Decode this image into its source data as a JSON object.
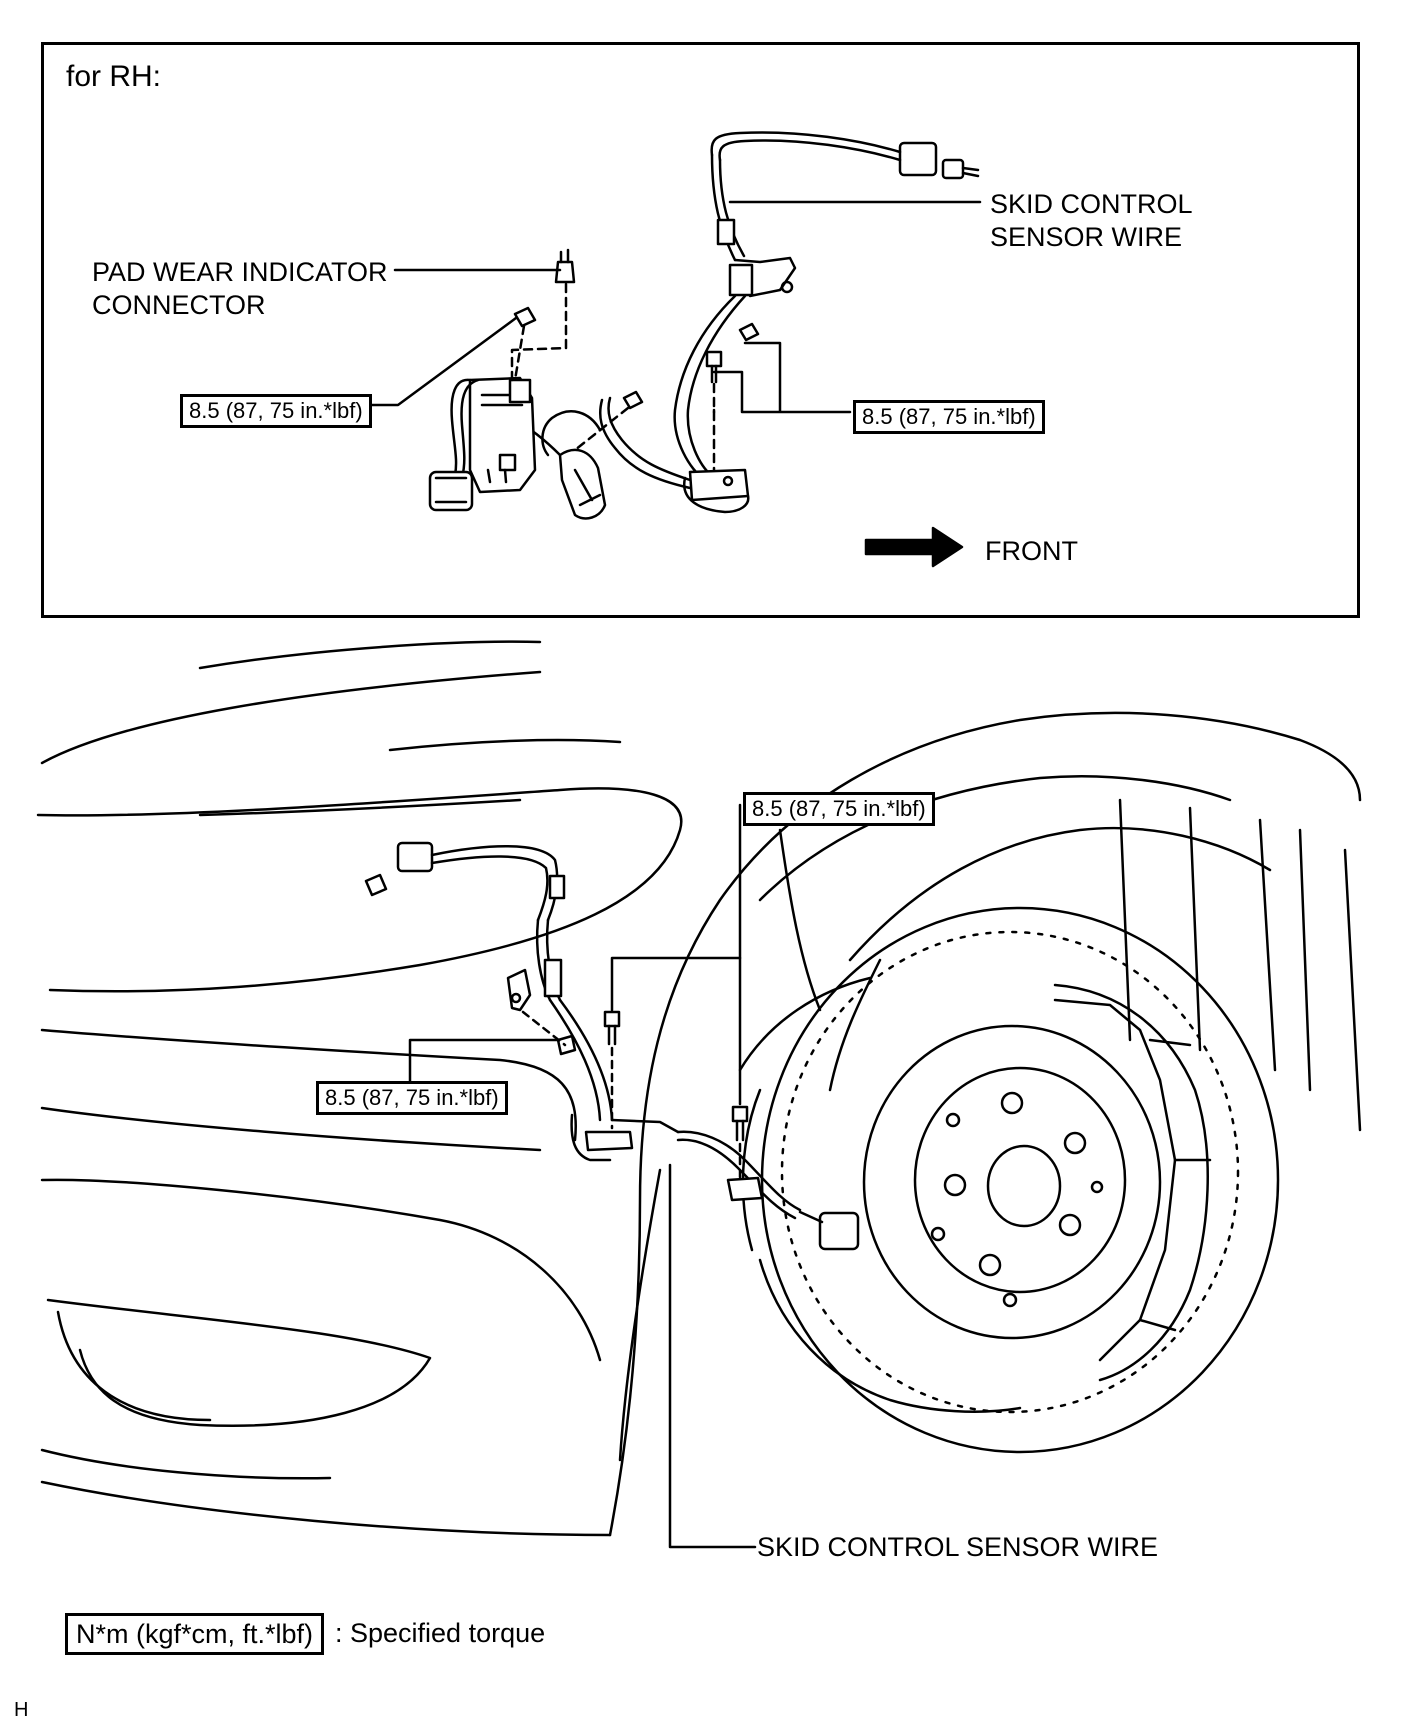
{
  "inset": {
    "title": "for RH:",
    "skid_sensor_wire_label": [
      "SKID CONTROL",
      "SENSOR WIRE"
    ],
    "pad_wear_label": [
      "PAD WEAR INDICATOR",
      "CONNECTOR"
    ],
    "torque_left": "8.5 (87, 75 in.*lbf)",
    "torque_right": "8.5 (87, 75 in.*lbf)",
    "front_label": "FRONT"
  },
  "main": {
    "torque_top": "8.5 (87, 75 in.*lbf)",
    "torque_left": "8.5 (87, 75 in.*lbf)",
    "skid_sensor_wire_label": "SKID CONTROL SENSOR WIRE"
  },
  "legend": {
    "unit_box": "N*m (kgf*cm, ft.*lbf)",
    "description": ": Specified torque"
  },
  "corner_code": "H"
}
